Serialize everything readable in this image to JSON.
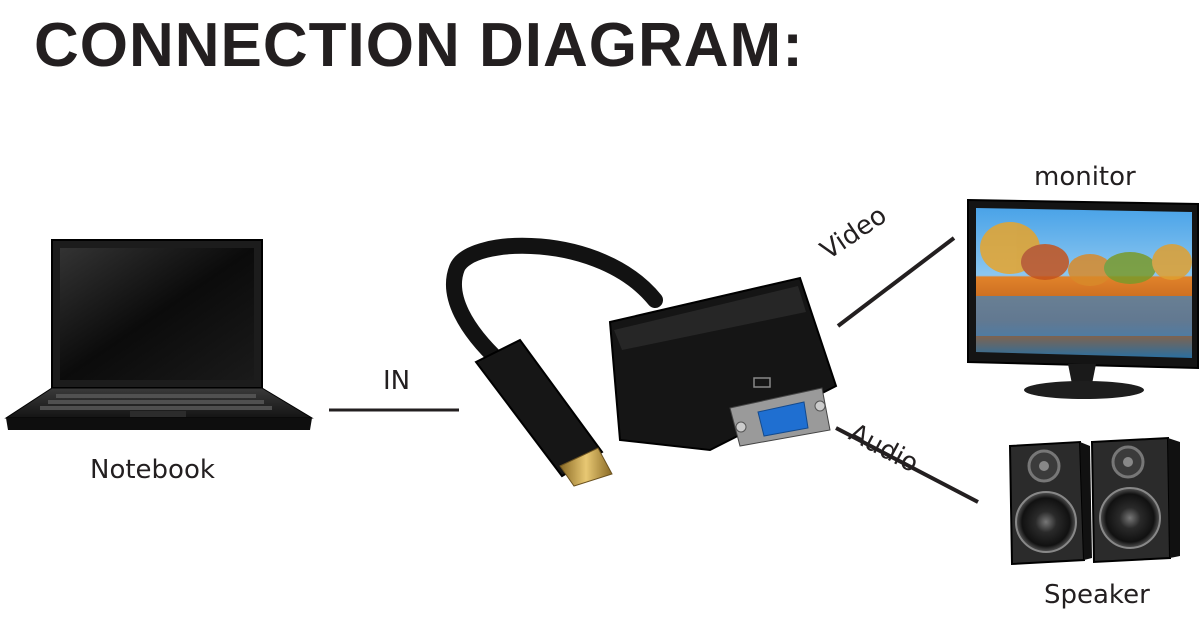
{
  "title": "CONNECTION DIAGRAM:",
  "labels": {
    "notebook": "Notebook",
    "in": "IN",
    "video": "Video",
    "audio": "Audio",
    "monitor": "monitor",
    "speaker": "Speaker"
  },
  "colors": {
    "ink": "#231f20",
    "device_black": "#1b1b1b",
    "vga_blue": "#1f6fd1",
    "hdmi_gold": "#c9a24a"
  }
}
